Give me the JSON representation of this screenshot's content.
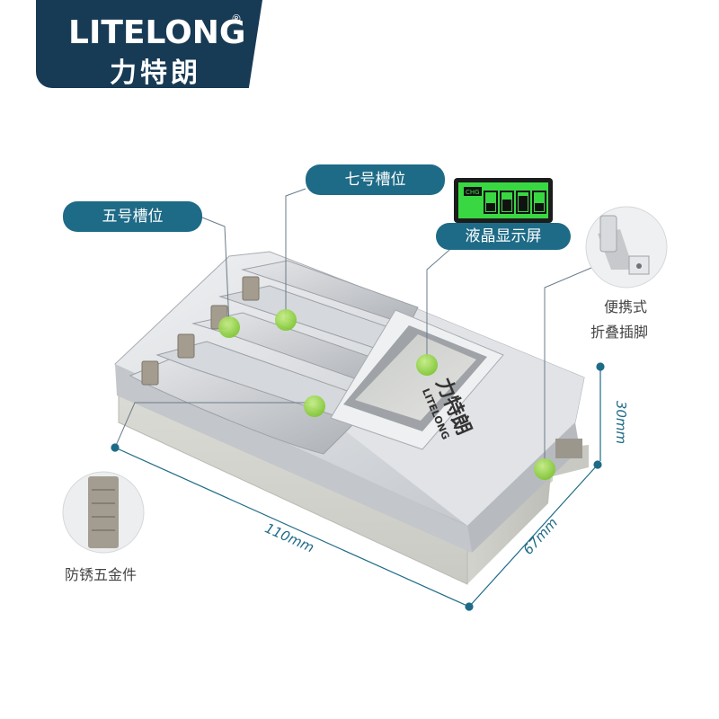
{
  "brand": {
    "name_en": "LITELONG",
    "registered": "®",
    "name_cn": "力特朗"
  },
  "callouts": {
    "aaa_slot": "七号槽位",
    "aa_slot": "五号槽位",
    "lcd": "液晶显示屏",
    "plug_line1": "便携式",
    "plug_line2": "折叠插脚",
    "contacts": "防锈五金件"
  },
  "lcd_screen": {
    "text": "CHG"
  },
  "device_label": {
    "cn": "力特朗",
    "en": "LITELONG"
  },
  "dimensions": {
    "length": "110mm",
    "width": "67mm",
    "height": "30mm"
  },
  "colors": {
    "brand_navy": "#173a55",
    "callout_teal": "#1e6b87",
    "marker_green": "#8ed33a",
    "lcd_green": "#39d843"
  }
}
